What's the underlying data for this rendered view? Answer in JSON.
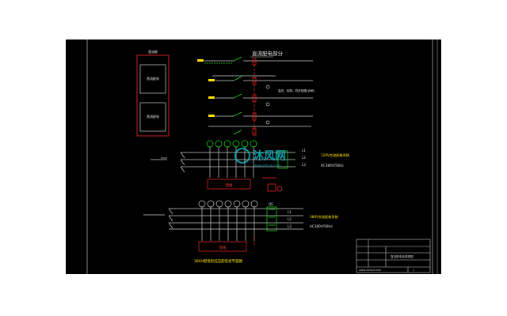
{
  "drawing": {
    "title": "直流配电部分",
    "note_right": "高压、控制、同步回路(合闸)",
    "panel": {
      "header": "直流屏",
      "box1": "直流配电",
      "box2": "直流配电"
    },
    "feeder1": {
      "bus_labels": [
        "L1",
        "L2",
        "L3"
      ],
      "desc1": "120V交流配电系统",
      "desc2": "AC380V/50Hz",
      "lower_box": "馈线"
    },
    "feeder2": {
      "switch_label": "QS",
      "bus_labels": [
        "L1",
        "L2",
        "L3"
      ],
      "desc1": "380V交流配电系统",
      "desc2": "AC380V/50Hz",
      "lower_box": "馈线"
    },
    "bottom_caption": "380V配电柜低压配电柜平面图",
    "watermark": {
      "brand": "沐风网",
      "url": "www.mfcad.com"
    },
    "title_block": {
      "row1": "",
      "row2": "直流配电柜原理图",
      "row3": "",
      "footer": "www.mfcad.com",
      "sheet": "1"
    }
  },
  "colors": {
    "background": "#000000",
    "line_white": "#e6e6e6",
    "red": "#ff2a2a",
    "green": "#19e619",
    "yellow": "#ffe600",
    "cyan": "#10c8d8"
  }
}
